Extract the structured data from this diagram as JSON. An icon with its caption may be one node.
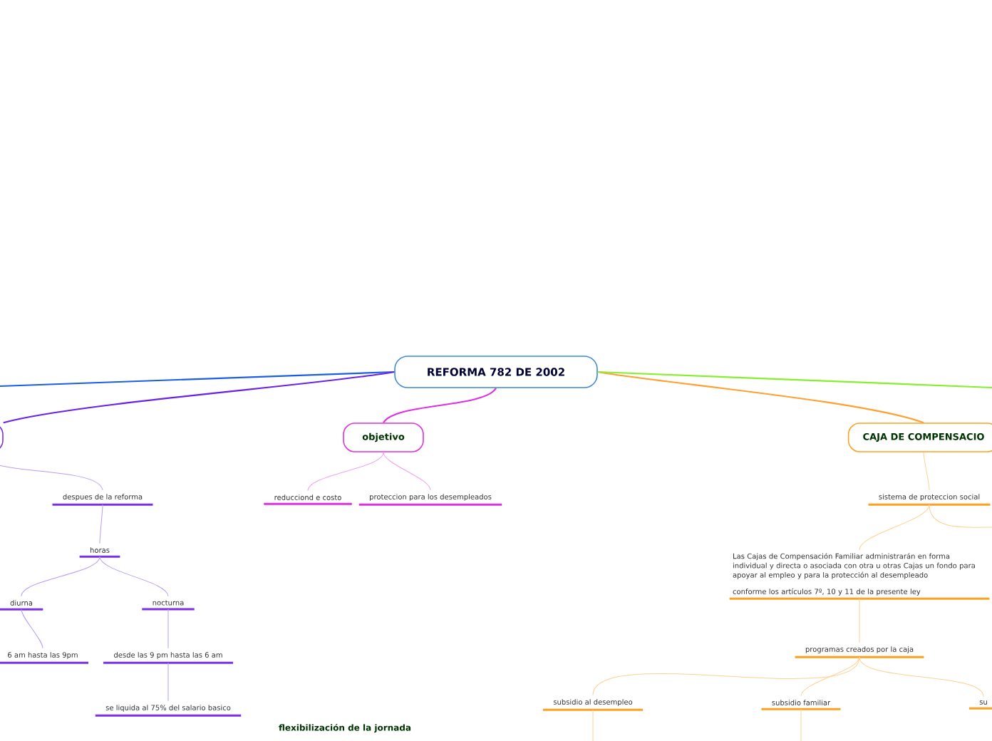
{
  "diagram": {
    "nodes": [
      {
        "text": [
          "REFORMA 782 DE 2002"
        ]
      },
      {
        "text": [],
        "shape": "box"
      },
      {
        "text": [
          "objetivo"
        ]
      },
      {
        "text": [
          "CAJA DE COMPENSACIO"
        ]
      },
      {
        "text": [
          "despues de la reforma"
        ]
      },
      {
        "text": [
          "horas"
        ]
      },
      {
        "text": [
          "diurna"
        ]
      },
      {
        "text": [
          "nocturna"
        ]
      },
      {
        "text": [
          "6 am hasta las 9pm"
        ]
      },
      {
        "text": [
          "desde las 9 pm hasta las 6 am"
        ]
      },
      {
        "text": [
          "se liquida al 75% del salario basico"
        ]
      },
      {
        "text": [
          "reducciond e costo"
        ]
      },
      {
        "text": [
          "proteccion para los desempleados"
        ]
      },
      {
        "text": [
          "sistema de proteccion social"
        ]
      },
      {
        "text": [
          "Las Cajas de Compensación Familiar administrarán en forma individual y directa o asociada con otra u otras Cajas un fondo para apoyar al empleo y para la protección al desempleado",
          "conforme los artículos 7º, 10 y 11 de la presente ley"
        ]
      },
      {
        "text": [
          "programas creados por la caja"
        ]
      },
      {
        "text": [
          "subsidio al desempleo"
        ]
      },
      {
        "text": [
          "subsidio familiar"
        ]
      },
      {
        "text": [
          "su"
        ]
      }
    ],
    "edges": [
      {
        "from": 0,
        "to": null,
        "arrow": "none",
        "color": "#1a5ee8"
      },
      {
        "from": 0,
        "to": 1,
        "arrow": "none",
        "color": "#6a22e8"
      },
      {
        "from": 0,
        "to": 2,
        "arrow": "none",
        "color": "#e030e0"
      },
      {
        "from": 0,
        "to": 3,
        "arrow": "none",
        "color": "#ffa030"
      },
      {
        "from": 0,
        "to": null,
        "arrow": "none",
        "color": "#88ee30"
      },
      {
        "from": 1,
        "to": 4,
        "arrow": "none",
        "color": "#b89cf5"
      },
      {
        "from": 4,
        "to": 5,
        "arrow": "none",
        "color": "#b89cf5"
      },
      {
        "from": 5,
        "to": 6,
        "arrow": "none",
        "color": "#b89cf5"
      },
      {
        "from": 5,
        "to": 7,
        "arrow": "none",
        "color": "#b89cf5"
      },
      {
        "from": 6,
        "to": 8,
        "arrow": "none",
        "color": "#b89cf5"
      },
      {
        "from": 7,
        "to": 9,
        "arrow": "none",
        "color": "#b89cf5"
      },
      {
        "from": 9,
        "to": 10,
        "arrow": "none",
        "color": "#b89cf5"
      },
      {
        "from": 2,
        "to": 11,
        "arrow": "none",
        "color": "#f0a0f0"
      },
      {
        "from": 2,
        "to": 12,
        "arrow": "none",
        "color": "#f0a0f0"
      },
      {
        "from": 3,
        "to": 13,
        "arrow": "none",
        "color": "#ffd090"
      },
      {
        "from": 13,
        "to": 14,
        "arrow": "none",
        "color": "#ffd090"
      },
      {
        "from": 13,
        "to": null,
        "arrow": "none",
        "color": "#ffd090"
      },
      {
        "from": 14,
        "to": 15,
        "arrow": "none",
        "color": "#ffd090"
      },
      {
        "from": 15,
        "to": 16,
        "arrow": "none",
        "color": "#ffd090"
      },
      {
        "from": 15,
        "to": 17,
        "arrow": "none",
        "color": "#ffd090"
      },
      {
        "from": 15,
        "to": 18,
        "arrow": "none",
        "color": "#ffd090"
      },
      {
        "from": 16,
        "to": null,
        "arrow": "none",
        "color": "#ffd090"
      },
      {
        "from": 17,
        "to": null,
        "arrow": "none",
        "color": "#ffd090"
      }
    ],
    "labels": [
      "flexibilización de la jornada"
    ]
  }
}
